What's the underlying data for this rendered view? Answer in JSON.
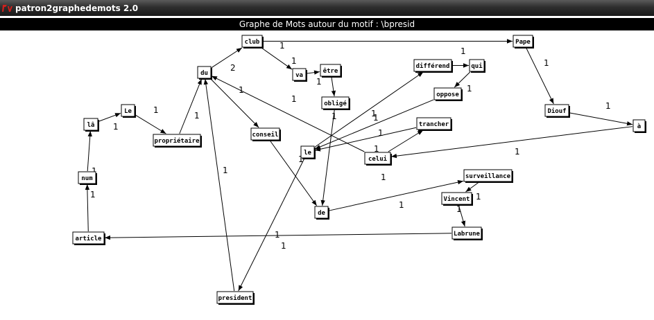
{
  "window": {
    "title": "patron2graphedemots 2.0"
  },
  "header": {
    "title": "Graphe de Mots autour du motif : \\bpresid"
  },
  "graph": {
    "nodes": [
      {
        "id": "club",
        "label": "club"
      },
      {
        "id": "pape",
        "label": "Pape"
      },
      {
        "id": "du",
        "label": "du"
      },
      {
        "id": "va",
        "label": "va"
      },
      {
        "id": "etre",
        "label": "être"
      },
      {
        "id": "differend",
        "label": "différend"
      },
      {
        "id": "qui",
        "label": "qui"
      },
      {
        "id": "oblige",
        "label": "obligé"
      },
      {
        "id": "oppose",
        "label": "oppose"
      },
      {
        "id": "diouf",
        "label": "Diouf"
      },
      {
        "id": "le_cap",
        "label": "Le"
      },
      {
        "id": "la",
        "label": "lâ"
      },
      {
        "id": "proprietaire",
        "label": "propriétaire"
      },
      {
        "id": "conseil",
        "label": "conseil"
      },
      {
        "id": "trancher",
        "label": "trancher"
      },
      {
        "id": "a",
        "label": "à"
      },
      {
        "id": "le",
        "label": "le"
      },
      {
        "id": "celui",
        "label": "celui"
      },
      {
        "id": "num",
        "label": "num"
      },
      {
        "id": "surveillance",
        "label": "surveillance"
      },
      {
        "id": "vincent",
        "label": "Vincent"
      },
      {
        "id": "de",
        "label": "de"
      },
      {
        "id": "labrune",
        "label": "Labrune"
      },
      {
        "id": "article",
        "label": "article"
      },
      {
        "id": "president",
        "label": "president"
      }
    ],
    "edges": [
      {
        "from": "du",
        "to": "club",
        "label": "2"
      },
      {
        "from": "club",
        "to": "pape",
        "label": "1"
      },
      {
        "from": "club",
        "to": "va",
        "label": "1"
      },
      {
        "from": "va",
        "to": "etre",
        "label": "1"
      },
      {
        "from": "etre",
        "to": "oblige",
        "label": "1"
      },
      {
        "from": "oblige",
        "to": "de",
        "label": "1"
      },
      {
        "from": "differend",
        "to": "qui",
        "label": "1"
      },
      {
        "from": "qui",
        "to": "oppose",
        "label": "1"
      },
      {
        "from": "oppose",
        "to": "le",
        "label": "1"
      },
      {
        "from": "le",
        "to": "differend",
        "label": "1"
      },
      {
        "from": "trancher",
        "to": "le",
        "label": "1"
      },
      {
        "from": "celui",
        "to": "trancher",
        "label": "1"
      },
      {
        "from": "pape",
        "to": "diouf",
        "label": "1"
      },
      {
        "from": "diouf",
        "to": "a",
        "label": "1"
      },
      {
        "from": "a",
        "to": "celui",
        "label": "1"
      },
      {
        "from": "celui",
        "to": "du",
        "label": "1"
      },
      {
        "from": "du",
        "to": "conseil",
        "label": "1"
      },
      {
        "from": "conseil",
        "to": "de",
        "label": "1"
      },
      {
        "from": "de",
        "to": "surveillance",
        "label": "1"
      },
      {
        "from": "surveillance",
        "to": "vincent",
        "label": "1"
      },
      {
        "from": "vincent",
        "to": "labrune",
        "label": "1"
      },
      {
        "from": "labrune",
        "to": "article",
        "label": "1"
      },
      {
        "from": "article",
        "to": "num",
        "label": "1"
      },
      {
        "from": "num",
        "to": "la",
        "label": "1"
      },
      {
        "from": "la",
        "to": "le_cap",
        "label": "1"
      },
      {
        "from": "le_cap",
        "to": "proprietaire",
        "label": "1"
      },
      {
        "from": "proprietaire",
        "to": "du",
        "label": "1"
      },
      {
        "from": "le",
        "to": "president",
        "label": "1"
      },
      {
        "from": "president",
        "to": "du",
        "label": "1"
      }
    ]
  }
}
